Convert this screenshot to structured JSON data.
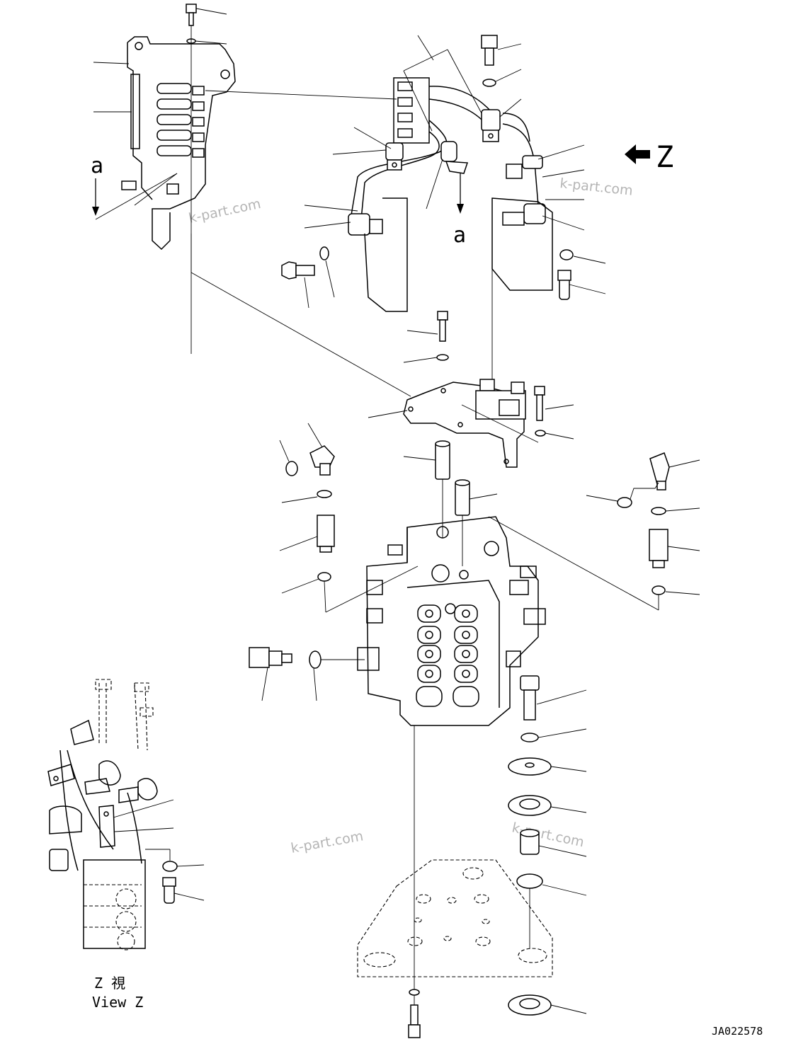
{
  "diagram": {
    "view_arrow_label": "Z",
    "section_marker_top": "a",
    "section_marker_side": "a",
    "view_title_jp": "Z 視",
    "view_title_en": "View Z",
    "drawing_number": "JA022578",
    "watermarks": [
      "k-part.com",
      "k-part.com",
      "k-part.com",
      "k-part.com"
    ]
  }
}
